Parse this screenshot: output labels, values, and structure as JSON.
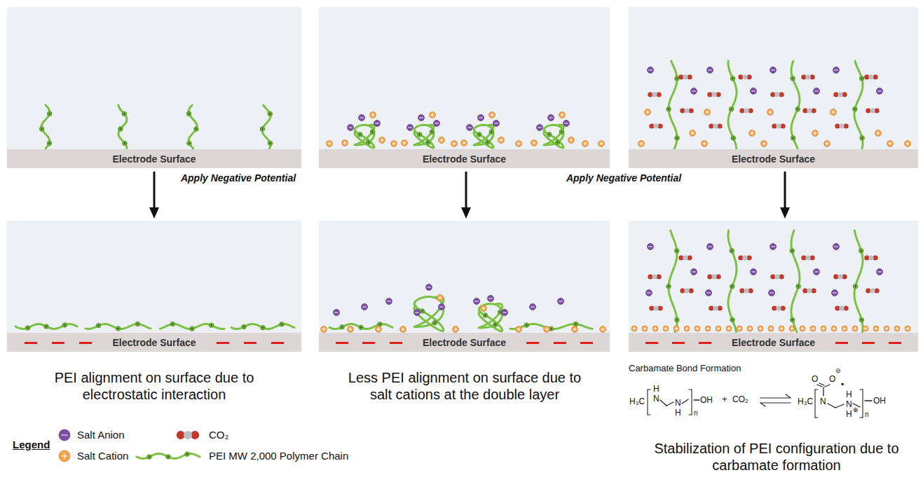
{
  "diagram": {
    "nodes": [
      {
        "text": [
          "Electrode Surface"
        ]
      },
      {
        "text": [
          "Electrode Surface"
        ]
      },
      {
        "text": [
          "Electrode Surface"
        ]
      },
      {
        "text": [
          "Electrode Surface"
        ]
      },
      {
        "text": [
          "Electrode Surface"
        ]
      },
      {
        "text": [
          "Electrode Surface"
        ]
      }
    ],
    "labels": [
      "Apply Negative Potential",
      "Apply Negative Potential",
      "PEI alignment on surface due to electrostatic interaction",
      "Less PEI alignment on surface due to salt cations at the double layer",
      "Carbamate Bond Formation",
      "H₃C",
      "H",
      "N",
      "N",
      "H",
      "n",
      "OH",
      "+",
      "CO₂",
      "O",
      "O",
      "⊖",
      "•",
      "H₃C",
      "N",
      "H",
      "N",
      "H",
      "⊕",
      "n",
      "OH",
      "Stabilization of PEI configuration due to carbamate formation",
      "Legend"
    ],
    "legend": [
      {
        "text": "Salt Anion"
      },
      {
        "text": "Salt Cation"
      },
      {
        "text": "CO₂"
      },
      {
        "text": "PEI MW 2,000 Polymer Chain"
      }
    ]
  }
}
